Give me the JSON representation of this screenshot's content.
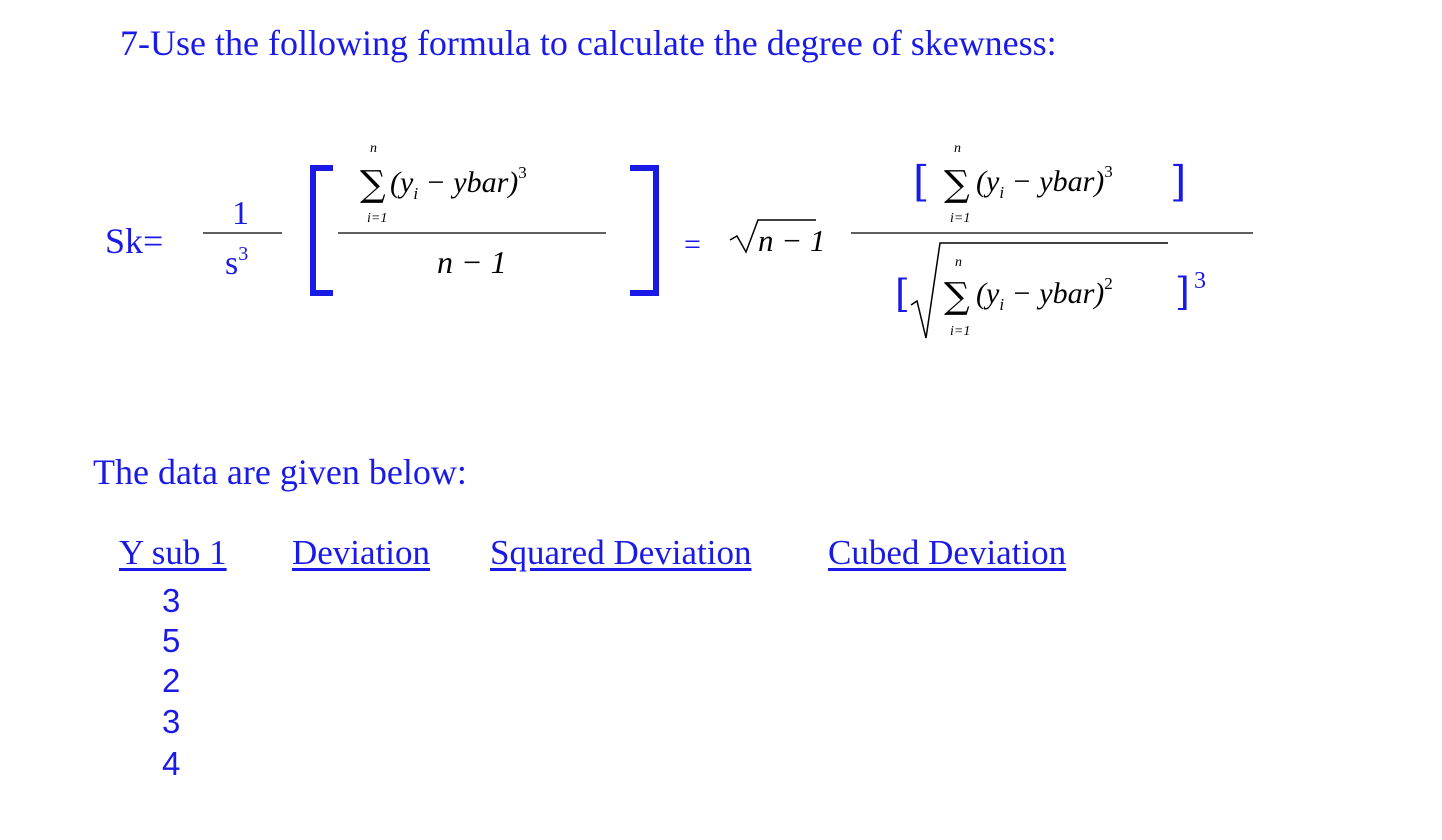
{
  "heading": "7-Use the following formula to calculate the degree of skewness:",
  "formula": {
    "lhs": "Sk=",
    "coef_num": "1",
    "coef_den": "s",
    "coef_den_exp": "3",
    "sum_upper": "n",
    "sum_lower": "i=1",
    "sum_symbol": "∑",
    "term_cubed": "(y",
    "term_sub": "i",
    "term_rest": " − ybar)",
    "exp_cubed": "3",
    "exp_squared": "2",
    "denominator": "n − 1",
    "equals": "=",
    "sqrt_arg": "n − 1",
    "outer_exp": "3"
  },
  "data_intro": "The data are given below:",
  "table": {
    "headers": [
      "Y sub 1",
      "Deviation",
      "Squared Deviation",
      "Cubed Deviation"
    ],
    "values": [
      "3",
      "5",
      "2",
      "3",
      "4"
    ]
  },
  "colors": {
    "text": "#1a1ae6",
    "math": "#000000"
  }
}
